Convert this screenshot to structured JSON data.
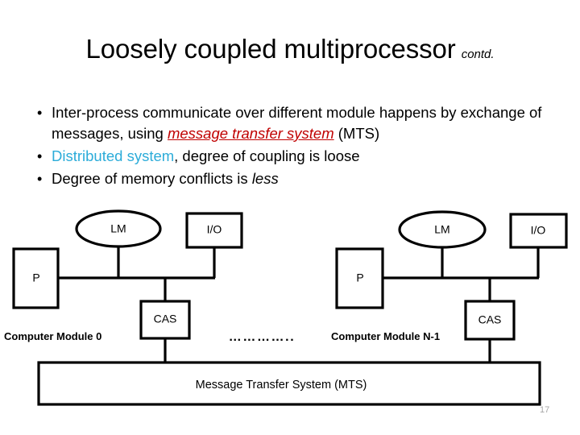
{
  "slide": {
    "title_main": "Loosely coupled multiprocessor",
    "title_suffix": "contd.",
    "page_number": "17"
  },
  "bullets": [
    {
      "marker": "•",
      "segments": [
        {
          "text": "Inter-process communicate over different module happens by exchange of messages, using ",
          "style": "plain"
        },
        {
          "text": "message transfer system",
          "style": "red-italic-underline"
        },
        {
          "text": " (MTS)",
          "style": "plain"
        }
      ]
    },
    {
      "marker": "•",
      "segments": [
        {
          "text": "Distributed system",
          "style": "blue"
        },
        {
          "text": ", degree of coupling is loose",
          "style": "plain"
        }
      ]
    },
    {
      "marker": "•",
      "segments": [
        {
          "text": "Degree of memory conflicts is ",
          "style": "plain"
        },
        {
          "text": "less",
          "style": "italic"
        }
      ]
    }
  ],
  "bullet_text": {
    "b1_pre": "Inter-process communicate over different module happens by exchange of messages, using ",
    "b1_em": "message transfer system",
    "b1_post": " (MTS)",
    "b2_em": "Distributed system",
    "b2_post": ", degree of coupling is loose",
    "b3_pre": "Degree of memory conflicts is ",
    "b3_em": "less"
  },
  "diagram": {
    "modules": [
      {
        "id": "module-0",
        "label": "Computer Module 0",
        "processor": "P",
        "local_memory": "LM",
        "io": "I/O",
        "cas": "CAS"
      },
      {
        "id": "module-n-1",
        "label": "Computer Module N-1",
        "processor": "P",
        "local_memory": "LM",
        "io": "I/O",
        "cas": "CAS"
      }
    ],
    "ellipsis": "…………..",
    "mts_label": "Message Transfer System (MTS)",
    "colors": {
      "stroke": "#000000",
      "fill": "#FFFFFF",
      "accent_red": "#C00000",
      "accent_blue": "#2CACD9",
      "page_number": "#A6A6A6"
    }
  }
}
